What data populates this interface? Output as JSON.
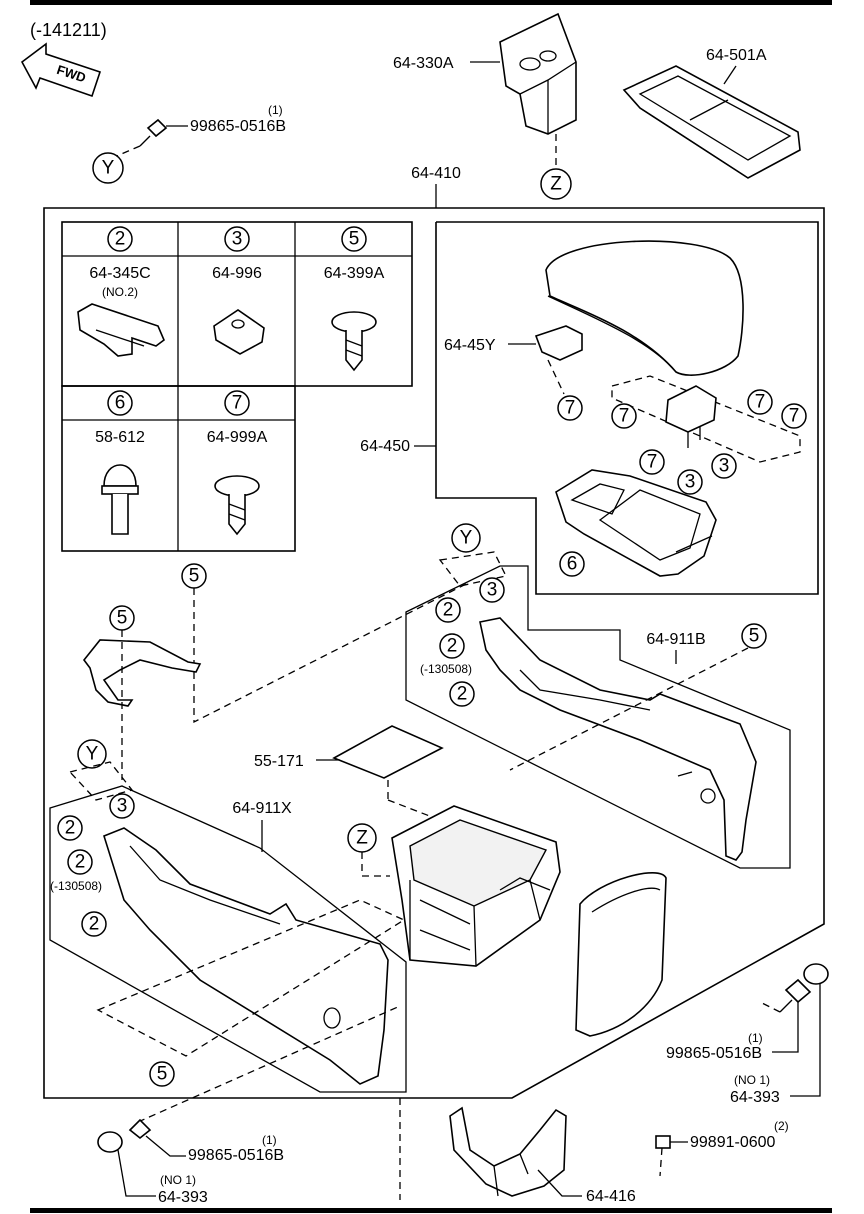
{
  "header_code": "(-141211)",
  "fwd_label": "FWD",
  "reference_letters": {
    "y": "Y",
    "z": "Z"
  },
  "legend": {
    "cells": [
      {
        "key": "2",
        "part": "64-345C",
        "note": "(NO.2)"
      },
      {
        "key": "3",
        "part": "64-996"
      },
      {
        "key": "5",
        "part": "64-399A"
      },
      {
        "key": "6",
        "part": "58-612"
      },
      {
        "key": "7",
        "part": "64-999A"
      }
    ]
  },
  "callout_keys": {
    "k2": "2",
    "k3": "3",
    "k5": "5",
    "k6": "6",
    "k7": "7"
  },
  "labels": {
    "p64_330A": "64-330A",
    "p64_501A": "64-501A",
    "p64_410": "64-410",
    "p64_45Y": "64-45Y",
    "p64_450": "64-450",
    "p64_911B": "64-911B",
    "p64_911X": "64-911X",
    "p55_171": "55-171",
    "p64_416": "64-416",
    "bolt": "99865-0516B",
    "nut": "99891-0600",
    "cap": "64-393",
    "qty_1": "(1)",
    "qty_2": "(2)",
    "no1": "(NO 1)",
    "date_130508": "(-130508)"
  }
}
